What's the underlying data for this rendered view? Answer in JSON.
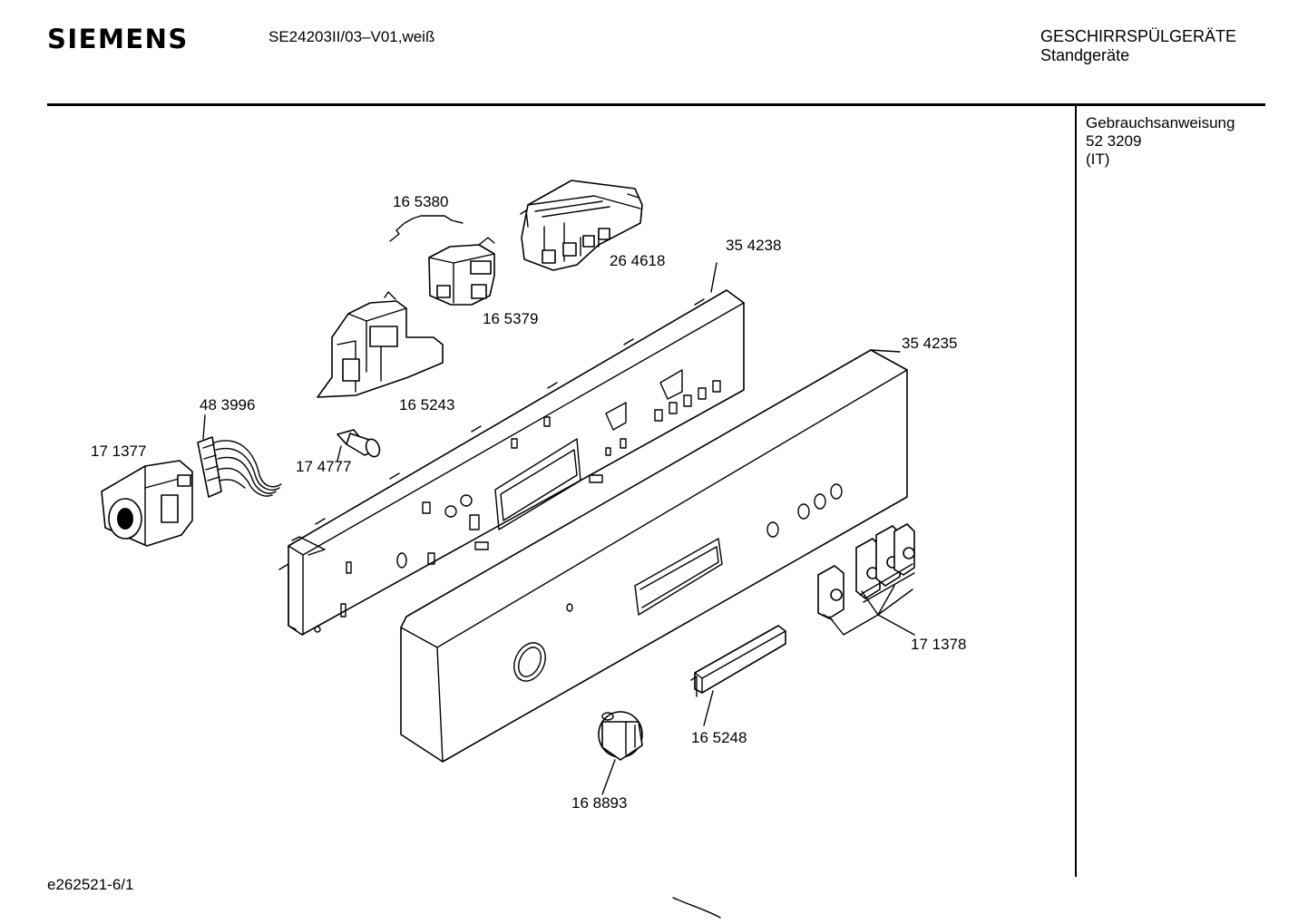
{
  "header": {
    "brand": "SIEMENS",
    "model": "SE24203II/03–V01,weiß",
    "category_line1": "GESCHIRRSPÜLGERÄTE",
    "category_line2": "Standgeräte"
  },
  "sidebar": {
    "line1": "Gebrauchsanweisung",
    "line2": "52 3209",
    "line3": "(IT)"
  },
  "footer": {
    "code": "e262521-6/1"
  },
  "parts": [
    {
      "id": "165380",
      "label": "16 5380"
    },
    {
      "id": "264618",
      "label": "26 4618"
    },
    {
      "id": "354238",
      "label": "35 4238"
    },
    {
      "id": "165379",
      "label": "16 5379"
    },
    {
      "id": "354235",
      "label": "35 4235"
    },
    {
      "id": "165243",
      "label": "16 5243"
    },
    {
      "id": "483996",
      "label": "48 3996"
    },
    {
      "id": "171377",
      "label": "17 1377"
    },
    {
      "id": "174777",
      "label": "17 4777"
    },
    {
      "id": "171378",
      "label": "17 1378"
    },
    {
      "id": "165248",
      "label": "16 5248"
    },
    {
      "id": "168893",
      "label": "16 8893"
    }
  ]
}
